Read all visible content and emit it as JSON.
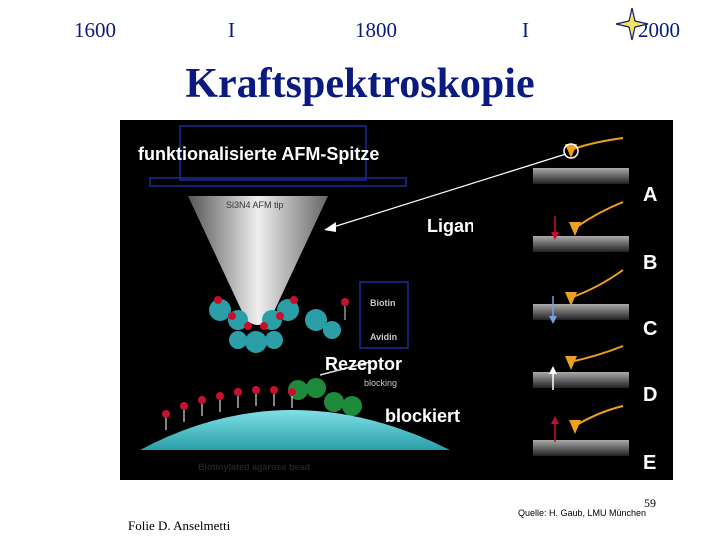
{
  "timeline": {
    "y1600": "1600",
    "sep1": "I",
    "y1800": "1800",
    "sep2": "I",
    "y2000": "2000"
  },
  "title": "Kraftspektroskopie",
  "figure": {
    "tip_label": "funktionalisierte AFM-Spitze",
    "tip_caption": "Si3N4 AFM tip",
    "ligand": "Ligand",
    "biotin": "Biotin",
    "avidin": "Avidin",
    "rezeptor": "Rezeptor",
    "blocking": "blocking",
    "blockiert": "blockiert",
    "bead_caption": "Biotinylated agarose bead"
  },
  "panel": {
    "steps": [
      "A",
      "B",
      "C",
      "D",
      "E"
    ]
  },
  "footer": {
    "page_number": "59",
    "source": "Quelle: H. Gaub, LMU München",
    "author": "Folie D. Anselmetti"
  },
  "colors": {
    "title_blue": "#0b1a80",
    "ligand_red": "#c8102e",
    "receptor_teal": "#2a9fa8",
    "cantilever_orange": "#f0a020"
  }
}
